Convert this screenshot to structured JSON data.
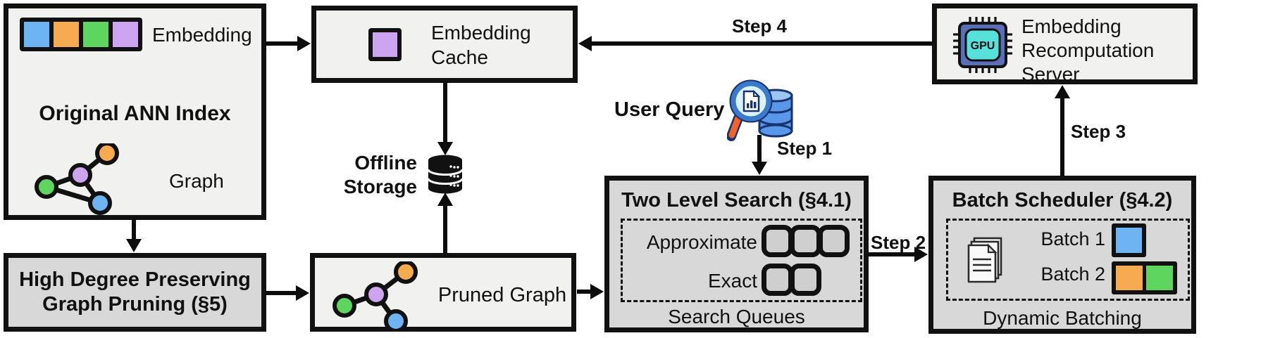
{
  "colors": {
    "blue": "#6FB4F2",
    "orange": "#F7AB50",
    "green": "#5DD55F",
    "purple": "#CCA4EF",
    "box_light": "#F1F1F0",
    "box_gray": "#D8D8D8",
    "gpu_body": "#5B6FB8",
    "gpu_core": "#58E0DB",
    "db_blue": "#5A97E8",
    "db_blue_top": "#9CC6F2",
    "handle_orange": "#F2622E"
  },
  "ann_index": {
    "title": "Original ANN Index",
    "embedding_label": "Embedding",
    "graph_label": "Graph"
  },
  "embedding_cache": {
    "label": "Embedding Cache"
  },
  "recomputation_server": {
    "label": "Embedding Recomputation Server",
    "chip_text": "GPU"
  },
  "offline_storage": {
    "label": "Offline Storage"
  },
  "user_query": {
    "label": "User Query"
  },
  "two_level_search": {
    "title": "Two Level Search (§4.1)",
    "rows": [
      {
        "label": "Approximate",
        "slots": 3
      },
      {
        "label": "Exact",
        "slots": 2
      }
    ],
    "caption": "Search Queues"
  },
  "batch_scheduler": {
    "title": "Batch Scheduler (§4.2)",
    "batches": [
      {
        "label": "Batch 1",
        "colors": [
          "blue"
        ]
      },
      {
        "label": "Batch 2",
        "colors": [
          "orange",
          "green"
        ]
      }
    ],
    "caption": "Dynamic Batching"
  },
  "graph_pruning": {
    "line1": "High Degree Preserving",
    "line2": "Graph Pruning (§5)"
  },
  "pruned_graph": {
    "label": "Pruned Graph"
  },
  "steps": {
    "step1": "Step 1",
    "step2": "Step 2",
    "step3": "Step 3",
    "step4": "Step 4"
  },
  "icons": {
    "embedding_strip": "four-color-vector-icon",
    "ann_graph": "graph-nodes-icon",
    "cache_square": "purple-embedding-icon",
    "gpu": "gpu-chip-icon",
    "offline_storage": "database-icon",
    "user_query": "magnifier-database-icon",
    "documents": "stacked-pages-icon",
    "pruned_graph": "pruned-graph-nodes-icon"
  }
}
